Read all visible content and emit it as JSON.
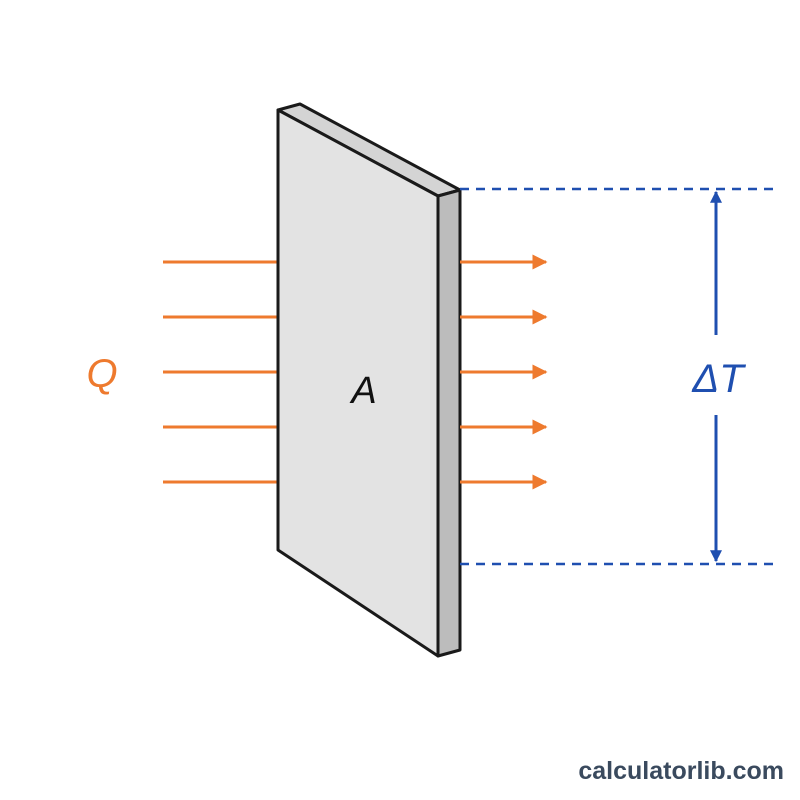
{
  "labels": {
    "heat": "Q",
    "area": "A",
    "temperature_difference": "ΔT"
  },
  "watermark": "calculatorlib.com",
  "arrows": {
    "incoming_count": 5,
    "outgoing_count": 5
  },
  "colors": {
    "heat_flow": "#ee7a2e",
    "dimension": "#1f4fb0",
    "slab_front": "#e3e3e3",
    "slab_side": "#bcbcbc",
    "slab_top": "#d4d4d4",
    "outline": "#1a1a1a",
    "watermark": "#3a4a5e"
  }
}
